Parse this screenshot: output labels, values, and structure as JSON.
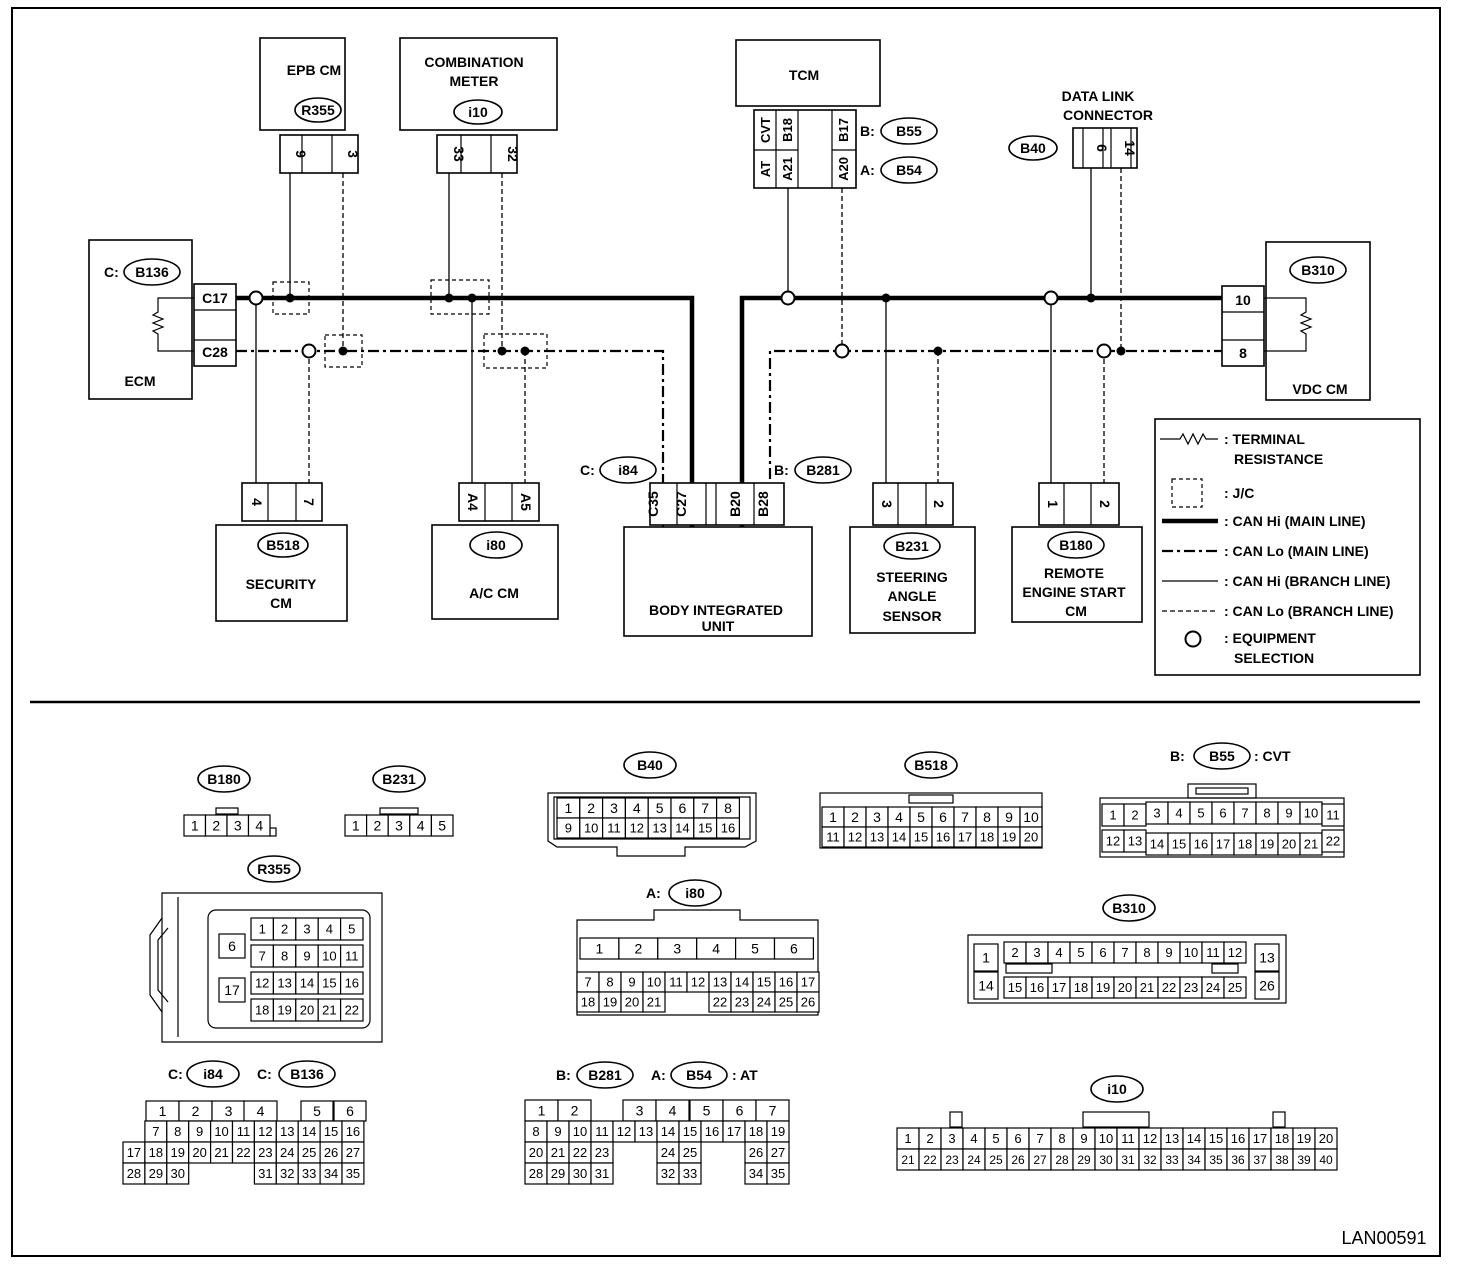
{
  "diagram_id": "LAN00591",
  "modules": {
    "epb": {
      "name": "EPB CM",
      "conn": "R355",
      "pins": [
        "9",
        "3"
      ]
    },
    "meter": {
      "name_l1": "COMBINATION",
      "name_l2": "METER",
      "conn": "i10",
      "pins": [
        "33",
        "32"
      ]
    },
    "tcm": {
      "name": "TCM",
      "pins_at": [
        "AT",
        "A21",
        "A20"
      ],
      "pins_cvt": [
        "CVT",
        "B18",
        "B17"
      ],
      "conn_b_prefix": "B:",
      "conn_b": "B55",
      "conn_a_prefix": "A:",
      "conn_a": "B54"
    },
    "dlc": {
      "name_l1": "DATA LINK",
      "name_l2": "CONNECTOR",
      "conn": "B40",
      "pins": [
        "6",
        "14"
      ]
    },
    "ecm": {
      "name": "ECM",
      "conn_prefix": "C:",
      "conn": "B136",
      "pins": [
        "C17",
        "C28"
      ]
    },
    "vdc": {
      "name": "VDC CM",
      "conn": "B310",
      "pins": [
        "10",
        "8"
      ]
    },
    "security": {
      "name_l1": "SECURITY",
      "name_l2": "CM",
      "conn": "B518",
      "pins": [
        "4",
        "7"
      ]
    },
    "ac": {
      "name": "A/C CM",
      "conn": "i80",
      "pins": [
        "A4",
        "A5"
      ]
    },
    "biu": {
      "name_l1": "BODY INTEGRATED",
      "name_l2": "UNIT",
      "conn_c_prefix": "C:",
      "conn_c": "i84",
      "conn_b_prefix": "B:",
      "conn_b": "B281",
      "pins": [
        "C35",
        "C27",
        "B20",
        "B28"
      ]
    },
    "steering": {
      "name_l1": "STEERING",
      "name_l2": "ANGLE",
      "name_l3": "SENSOR",
      "conn": "B231",
      "pins": [
        "3",
        "2"
      ]
    },
    "remote": {
      "name_l1": "REMOTE",
      "name_l2": "ENGINE START",
      "name_l3": "CM",
      "conn": "B180",
      "pins": [
        "1",
        "2"
      ]
    }
  },
  "legend": {
    "terminal_l1": ": TERMINAL",
    "terminal_l2": "RESISTANCE",
    "jc": ": J/C",
    "can_hi_main": ": CAN Hi (MAIN LINE)",
    "can_lo_main": ": CAN Lo (MAIN LINE)",
    "can_hi_branch": ": CAN Hi (BRANCH LINE)",
    "can_lo_branch": ": CAN Lo (BRANCH LINE)",
    "equip_l1": ": EQUIPMENT",
    "equip_l2": "SELECTION"
  },
  "connector_views": {
    "b180": {
      "label": "B180",
      "pins": [
        "1",
        "2",
        "3",
        "4"
      ]
    },
    "b231": {
      "label": "B231",
      "pins": [
        "1",
        "2",
        "3",
        "4",
        "5"
      ]
    },
    "b40": {
      "label": "B40",
      "row1": [
        "1",
        "2",
        "3",
        "4",
        "5",
        "6",
        "7",
        "8"
      ],
      "row2": [
        "9",
        "10",
        "11",
        "12",
        "13",
        "14",
        "15",
        "16"
      ]
    },
    "b518": {
      "label": "B518",
      "row1": [
        "1",
        "2",
        "3",
        "4",
        "5",
        "6",
        "7",
        "8",
        "9",
        "10"
      ],
      "row2": [
        "11",
        "12",
        "13",
        "14",
        "15",
        "16",
        "17",
        "18",
        "19",
        "20"
      ]
    },
    "b55": {
      "prefix": "B:",
      "label": "B55",
      "suffix": ": CVT",
      "row1": [
        "1",
        "2",
        "3",
        "4",
        "5",
        "6",
        "7",
        "8",
        "9",
        "10",
        "11"
      ],
      "row2": [
        "12",
        "13",
        "14",
        "15",
        "16",
        "17",
        "18",
        "19",
        "20",
        "21",
        "22"
      ]
    },
    "r355": {
      "label": "R355",
      "single1": "6",
      "single2": "17",
      "rows": [
        [
          "1",
          "2",
          "3",
          "4",
          "5"
        ],
        [
          "7",
          "8",
          "9",
          "10",
          "11"
        ],
        [
          "12",
          "13",
          "14",
          "15",
          "16"
        ],
        [
          "18",
          "19",
          "20",
          "21",
          "22"
        ]
      ]
    },
    "i80": {
      "prefix": "A:",
      "label": "i80",
      "top": [
        "1",
        "2",
        "3",
        "4",
        "5",
        "6"
      ],
      "row2": [
        "7",
        "8",
        "9",
        "10",
        "11",
        "12",
        "13",
        "14",
        "15",
        "16",
        "17"
      ],
      "row3": [
        "18",
        "19",
        "20",
        "21",
        "",
        "22",
        "23",
        "24",
        "25",
        "26"
      ]
    },
    "b310": {
      "label": "B310",
      "left1": "1",
      "left2": "14",
      "row1": [
        "2",
        "3",
        "4",
        "5",
        "6",
        "7",
        "8",
        "9",
        "10",
        "11",
        "12"
      ],
      "row2": [
        "15",
        "16",
        "17",
        "18",
        "19",
        "20",
        "21",
        "22",
        "23",
        "24",
        "25"
      ],
      "right1": "13",
      "right2": "26"
    },
    "i84_b136": {
      "prefix1": "C:",
      "label1": "i84",
      "prefix2": "C:",
      "label2": "B136",
      "row1": [
        "",
        "1",
        "2",
        "3",
        "4",
        "",
        "5",
        "6"
      ],
      "row2": [
        "",
        "7",
        "8",
        "9",
        "10",
        "11",
        "12",
        "13",
        "14",
        "15",
        "16"
      ],
      "row3": [
        "17",
        "18",
        "19",
        "20",
        "21",
        "22",
        "23",
        "24",
        "25",
        "26",
        "27"
      ],
      "row4": [
        "28",
        "29",
        "30",
        "",
        "",
        "",
        "31",
        "32",
        "33",
        "34",
        "35"
      ]
    },
    "b281_b54": {
      "prefix1": "B:",
      "label1": "B281",
      "prefix2": "A:",
      "label2": "B54",
      "suffix": ": AT",
      "row1": [
        "1",
        "2",
        "",
        "",
        "3",
        "4",
        "5",
        "6",
        "7"
      ],
      "row2": [
        "8",
        "9",
        "10",
        "11",
        "12",
        "13",
        "14",
        "15",
        "16",
        "17",
        "18",
        "19"
      ],
      "row3": [
        "20",
        "21",
        "22",
        "23",
        "",
        "",
        "24",
        "25",
        "",
        "",
        "26",
        "27"
      ],
      "row4": [
        "28",
        "29",
        "30",
        "31",
        "",
        "",
        "32",
        "33",
        "",
        "",
        "34",
        "35"
      ]
    },
    "i10": {
      "label": "i10",
      "row1": [
        "1",
        "2",
        "3",
        "4",
        "5",
        "6",
        "7",
        "8",
        "9",
        "10",
        "11",
        "12",
        "13",
        "14",
        "15",
        "16",
        "17",
        "18",
        "19",
        "20"
      ],
      "row2": [
        "21",
        "22",
        "23",
        "24",
        "25",
        "26",
        "27",
        "28",
        "29",
        "30",
        "31",
        "32",
        "33",
        "34",
        "35",
        "36",
        "37",
        "38",
        "39",
        "40"
      ]
    }
  }
}
